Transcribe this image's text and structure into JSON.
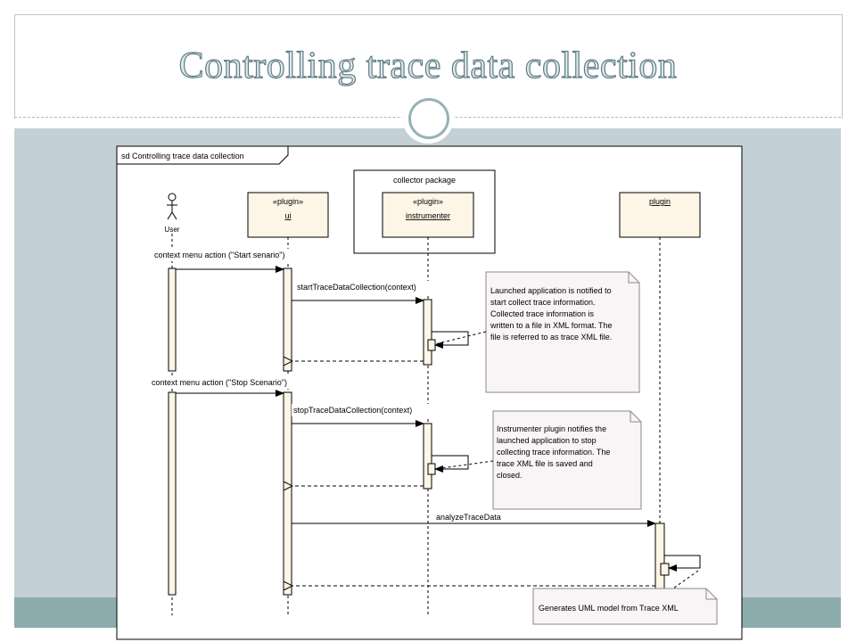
{
  "slide": {
    "title": "Controlling trace data collection"
  },
  "diagram": {
    "frame_label": "sd Controlling trace data collection",
    "package_label": "collector package",
    "actor_label": "User",
    "lifelines": {
      "ui": {
        "stereotype": "«plugin»",
        "name": "ui"
      },
      "instrumenter": {
        "stereotype": "«plugin»",
        "name": "instrumenter"
      },
      "plugin": {
        "name": "plugin"
      }
    },
    "messages": {
      "start_scenario": "context menu action (\"Start senario\")",
      "start_collection": "startTraceDataCollection(context)",
      "stop_scenario": "context menu action (\"Stop Scenario\")",
      "stop_collection": "stopTraceDataCollection(context)",
      "analyze": "analyzeTraceData"
    },
    "notes": {
      "note1": [
        "Launched application is notified to",
        "start collect trace information.",
        "Collected trace information is",
        "written to a file in XML format. The",
        "file is referred to as trace XML file."
      ],
      "note2": [
        "Instrumenter plugin notifies the",
        "launched application to stop",
        "collecting trace information. The",
        "trace XML file is saved and",
        "closed."
      ],
      "note3": [
        "Generates UML model from Trace XML"
      ]
    }
  },
  "colors": {
    "lifeline_box_fill": "#fdf5e6",
    "note_fill": "#f9f4f6",
    "slide_body_bg": "#c3d0d6",
    "slide_strip": "#8cabad",
    "title_text": "#5f7d84"
  }
}
